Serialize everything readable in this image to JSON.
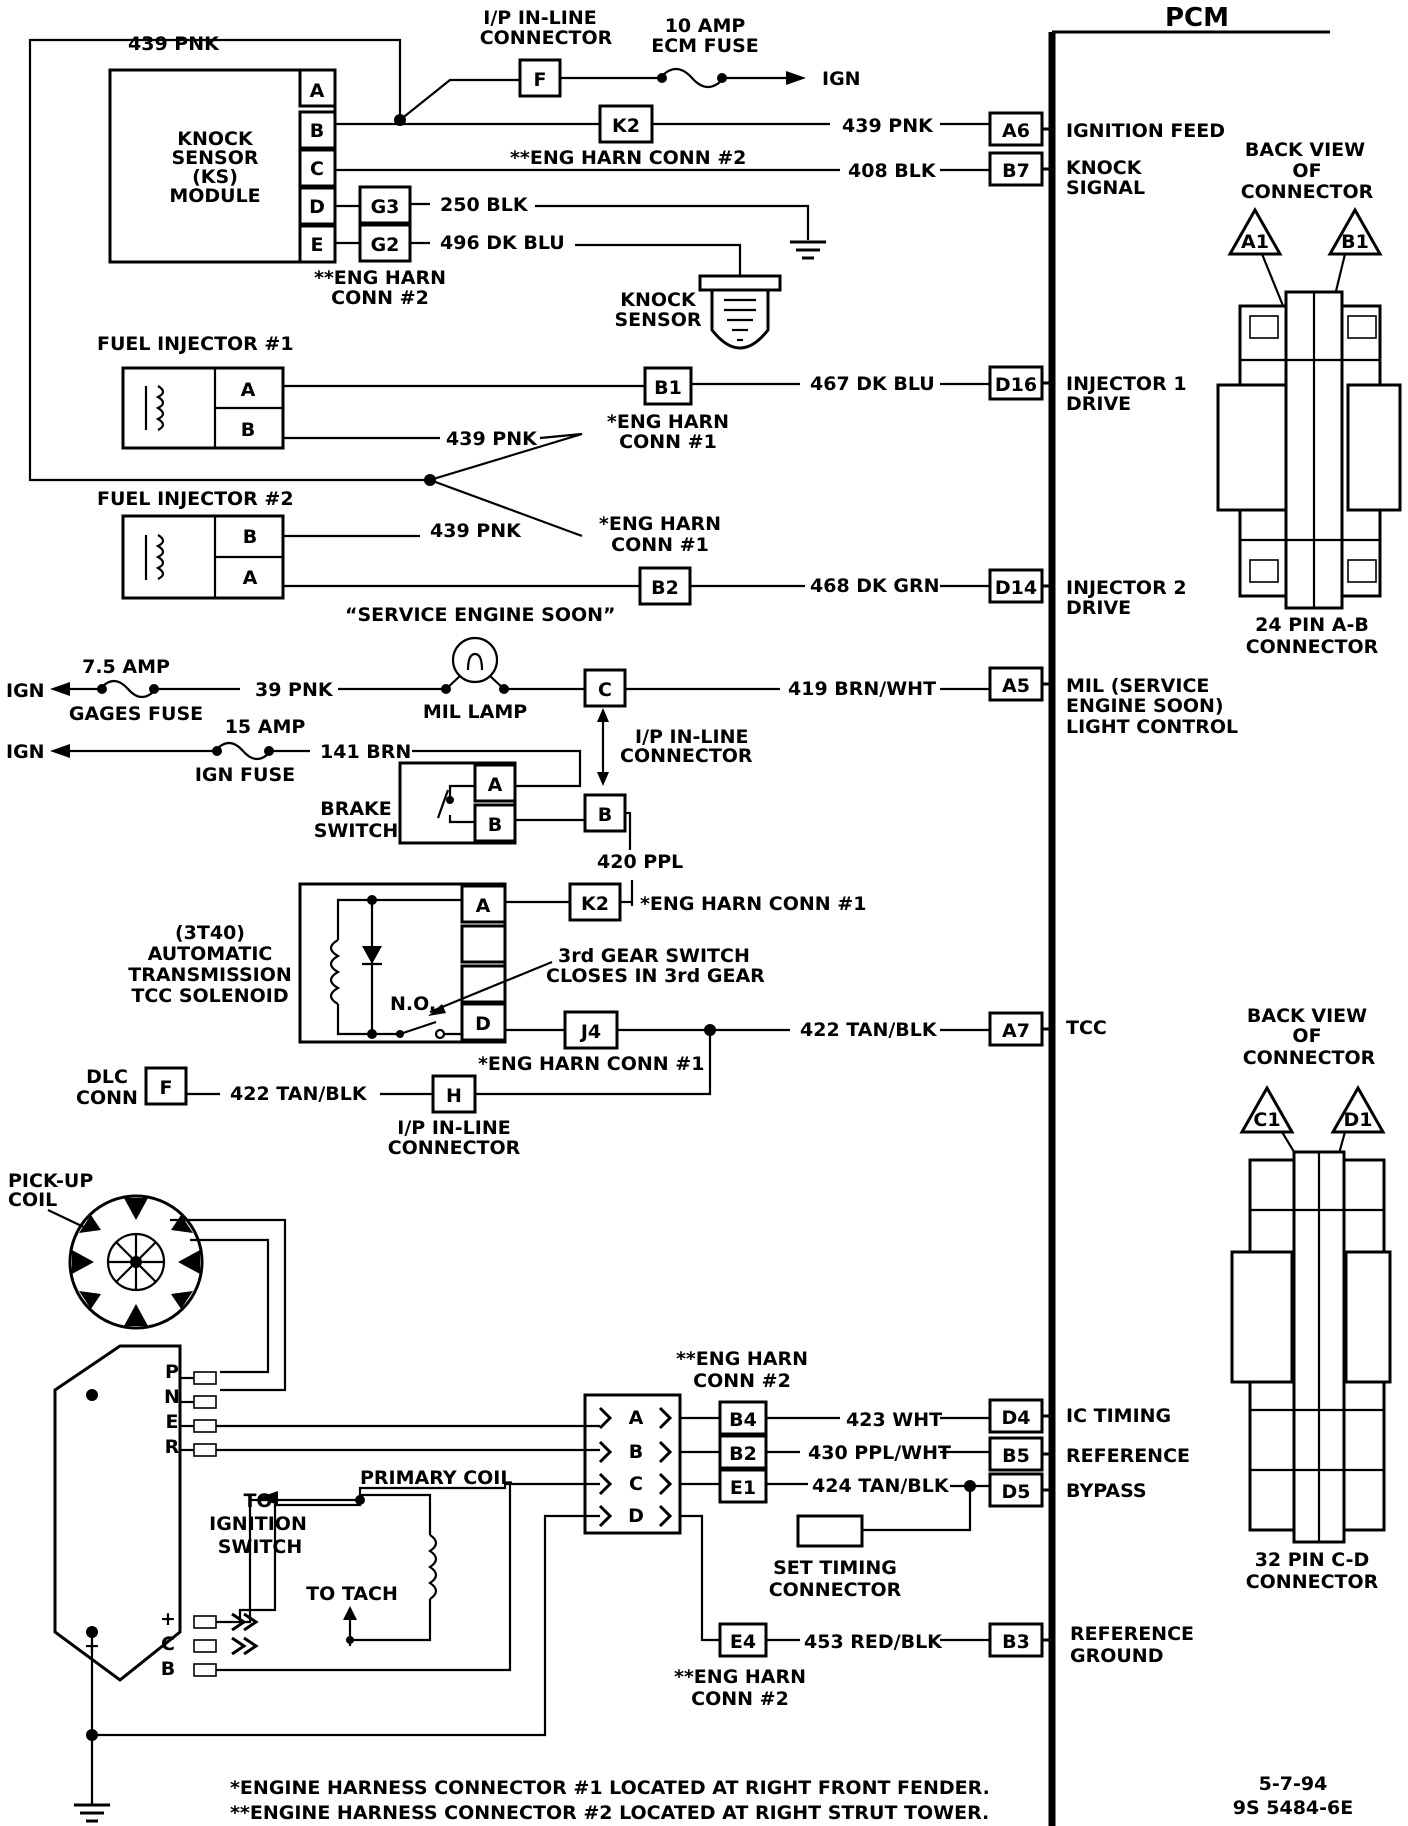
{
  "pcm": {
    "title": "PCM",
    "pins": [
      {
        "id": "A6",
        "label": [
          "IGNITION FEED"
        ]
      },
      {
        "id": "B7",
        "label": [
          "KNOCK",
          "SIGNAL"
        ]
      },
      {
        "id": "D16",
        "label": [
          "INJECTOR 1",
          "DRIVE"
        ]
      },
      {
        "id": "D14",
        "label": [
          "INJECTOR 2",
          "DRIVE"
        ]
      },
      {
        "id": "A5",
        "label": [
          "MIL (SERVICE",
          "ENGINE SOON)",
          "LIGHT CONTROL"
        ]
      },
      {
        "id": "A7",
        "label": [
          "TCC"
        ]
      },
      {
        "id": "D4",
        "label": [
          "IC TIMING"
        ]
      },
      {
        "id": "B5",
        "label": [
          "REFERENCE"
        ]
      },
      {
        "id": "D5",
        "label": [
          "BYPASS"
        ]
      },
      {
        "id": "B3",
        "label": [
          "REFERENCE",
          "GROUND"
        ]
      }
    ]
  },
  "wires": {
    "w439_top": "439 PNK",
    "w439_a6": "439 PNK",
    "w408": "408 BLK",
    "w250": "250 BLK",
    "w496": "496 DK BLU",
    "w467": "467 DK BLU",
    "w439_inj1": "439 PNK",
    "w439_inj2": "439 PNK",
    "w468": "468 DK GRN",
    "w39": "39 PNK",
    "w419": "419 BRN/WHT",
    "w141": "141 BRN",
    "w420": "420 PPL",
    "w422_a7": "422 TAN/BLK",
    "w422_dlc": "422 TAN/BLK",
    "w423": "423 WHT",
    "w430": "430 PPL/WHT",
    "w424": "424 TAN/BLK",
    "w453": "453 RED/BLK"
  },
  "connectors": {
    "ip_top": [
      "I/P IN-LINE",
      "CONNECTOR"
    ],
    "ip_top_pin": "F",
    "fuse10": [
      "10 AMP",
      "ECM FUSE"
    ],
    "ign": "IGN",
    "k2_top": "K2",
    "eng2_top": "**ENG HARN CONN #2",
    "g3": "G3",
    "g2": "G2",
    "eng2_ks": [
      "**ENG HARN",
      "CONN #2"
    ],
    "b1": "B1",
    "eng1_b1": [
      "*ENG HARN",
      "CONN #1"
    ],
    "b2": "B2",
    "eng1_b2": [
      "*ENG HARN",
      "CONN #1"
    ],
    "c": "C",
    "b": "B",
    "ip_mid": [
      "I/P IN-LINE",
      "CONNECTOR"
    ],
    "k2_mid": "K2",
    "eng1_k2": "*ENG HARN CONN #1",
    "j4": "J4",
    "eng1_j4": "*ENG HARN CONN #1",
    "h": "H",
    "ip_bot": [
      "I/P IN-LINE",
      "CONNECTOR"
    ],
    "b4": "B4",
    "b2b": "B2",
    "e1": "E1",
    "eng2_bot": [
      "**ENG HARN",
      "CONN #2"
    ],
    "e4": "E4",
    "eng2_e4": [
      "**ENG HARN",
      "CONN #2"
    ],
    "hei_pins": [
      "A",
      "B",
      "C",
      "D"
    ]
  },
  "components": {
    "ks_module": [
      "KNOCK",
      "SENSOR",
      "(KS)",
      "MODULE"
    ],
    "ks_pins": [
      "A",
      "B",
      "C",
      "D",
      "E"
    ],
    "knock_sensor": [
      "KNOCK",
      "SENSOR"
    ],
    "inj1": "FUEL INJECTOR #1",
    "inj1_pins": [
      "A",
      "B"
    ],
    "inj2": "FUEL INJECTOR #2",
    "inj2_pins": [
      "B",
      "A"
    ],
    "ses": "“SERVICE ENGINE SOON”",
    "fuse75": "7.5 AMP",
    "gages": "GAGES FUSE",
    "ign1": "IGN",
    "fuse15": "15 AMP",
    "ignfuse": "IGN FUSE",
    "ign2": "IGN",
    "mil_lamp": "MIL LAMP",
    "brake": [
      "BRAKE",
      "SWITCH"
    ],
    "brake_pins": [
      "A",
      "B"
    ],
    "tcc": [
      "(3T40)",
      "AUTOMATIC",
      "TRANSMISSION",
      "TCC SOLENOID"
    ],
    "tcc_pins": [
      "A",
      "D"
    ],
    "no": "N.O.",
    "gear3": [
      "3rd GEAR SWITCH",
      "CLOSES IN 3rd GEAR"
    ],
    "dlc": [
      "DLC",
      "CONN"
    ],
    "dlc_pin": "F",
    "pickup": [
      "PICK-UP",
      "COIL"
    ],
    "module_pins": [
      "P",
      "N",
      "E",
      "R"
    ],
    "module_pins2": [
      "+",
      "C",
      "B"
    ],
    "primary": "PRIMARY COIL",
    "to_ign": [
      "TO",
      "IGNITION",
      "SWITCH"
    ],
    "to_tach": "TO TACH",
    "set_timing": [
      "SET TIMING",
      "CONNECTOR"
    ]
  },
  "pcm_connectors": {
    "ab_title": [
      "BACK VIEW",
      "OF",
      "CONNECTOR"
    ],
    "ab_tags": [
      "A1",
      "B1"
    ],
    "ab_name": [
      "24 PIN  A-B",
      "CONNECTOR"
    ],
    "cd_title": [
      "BACK VIEW",
      "OF",
      "CONNECTOR"
    ],
    "cd_tags": [
      "C1",
      "D1"
    ],
    "cd_name": [
      "32  PIN C-D",
      "CONNECTOR"
    ]
  },
  "footnotes": [
    "*ENGINE HARNESS CONNECTOR  #1 LOCATED AT RIGHT FRONT FENDER.",
    "**ENGINE HARNESS CONNECTOR  #2 LOCATED AT RIGHT STRUT TOWER."
  ],
  "date": "5-7-94",
  "ref": "9S 5484-6E"
}
